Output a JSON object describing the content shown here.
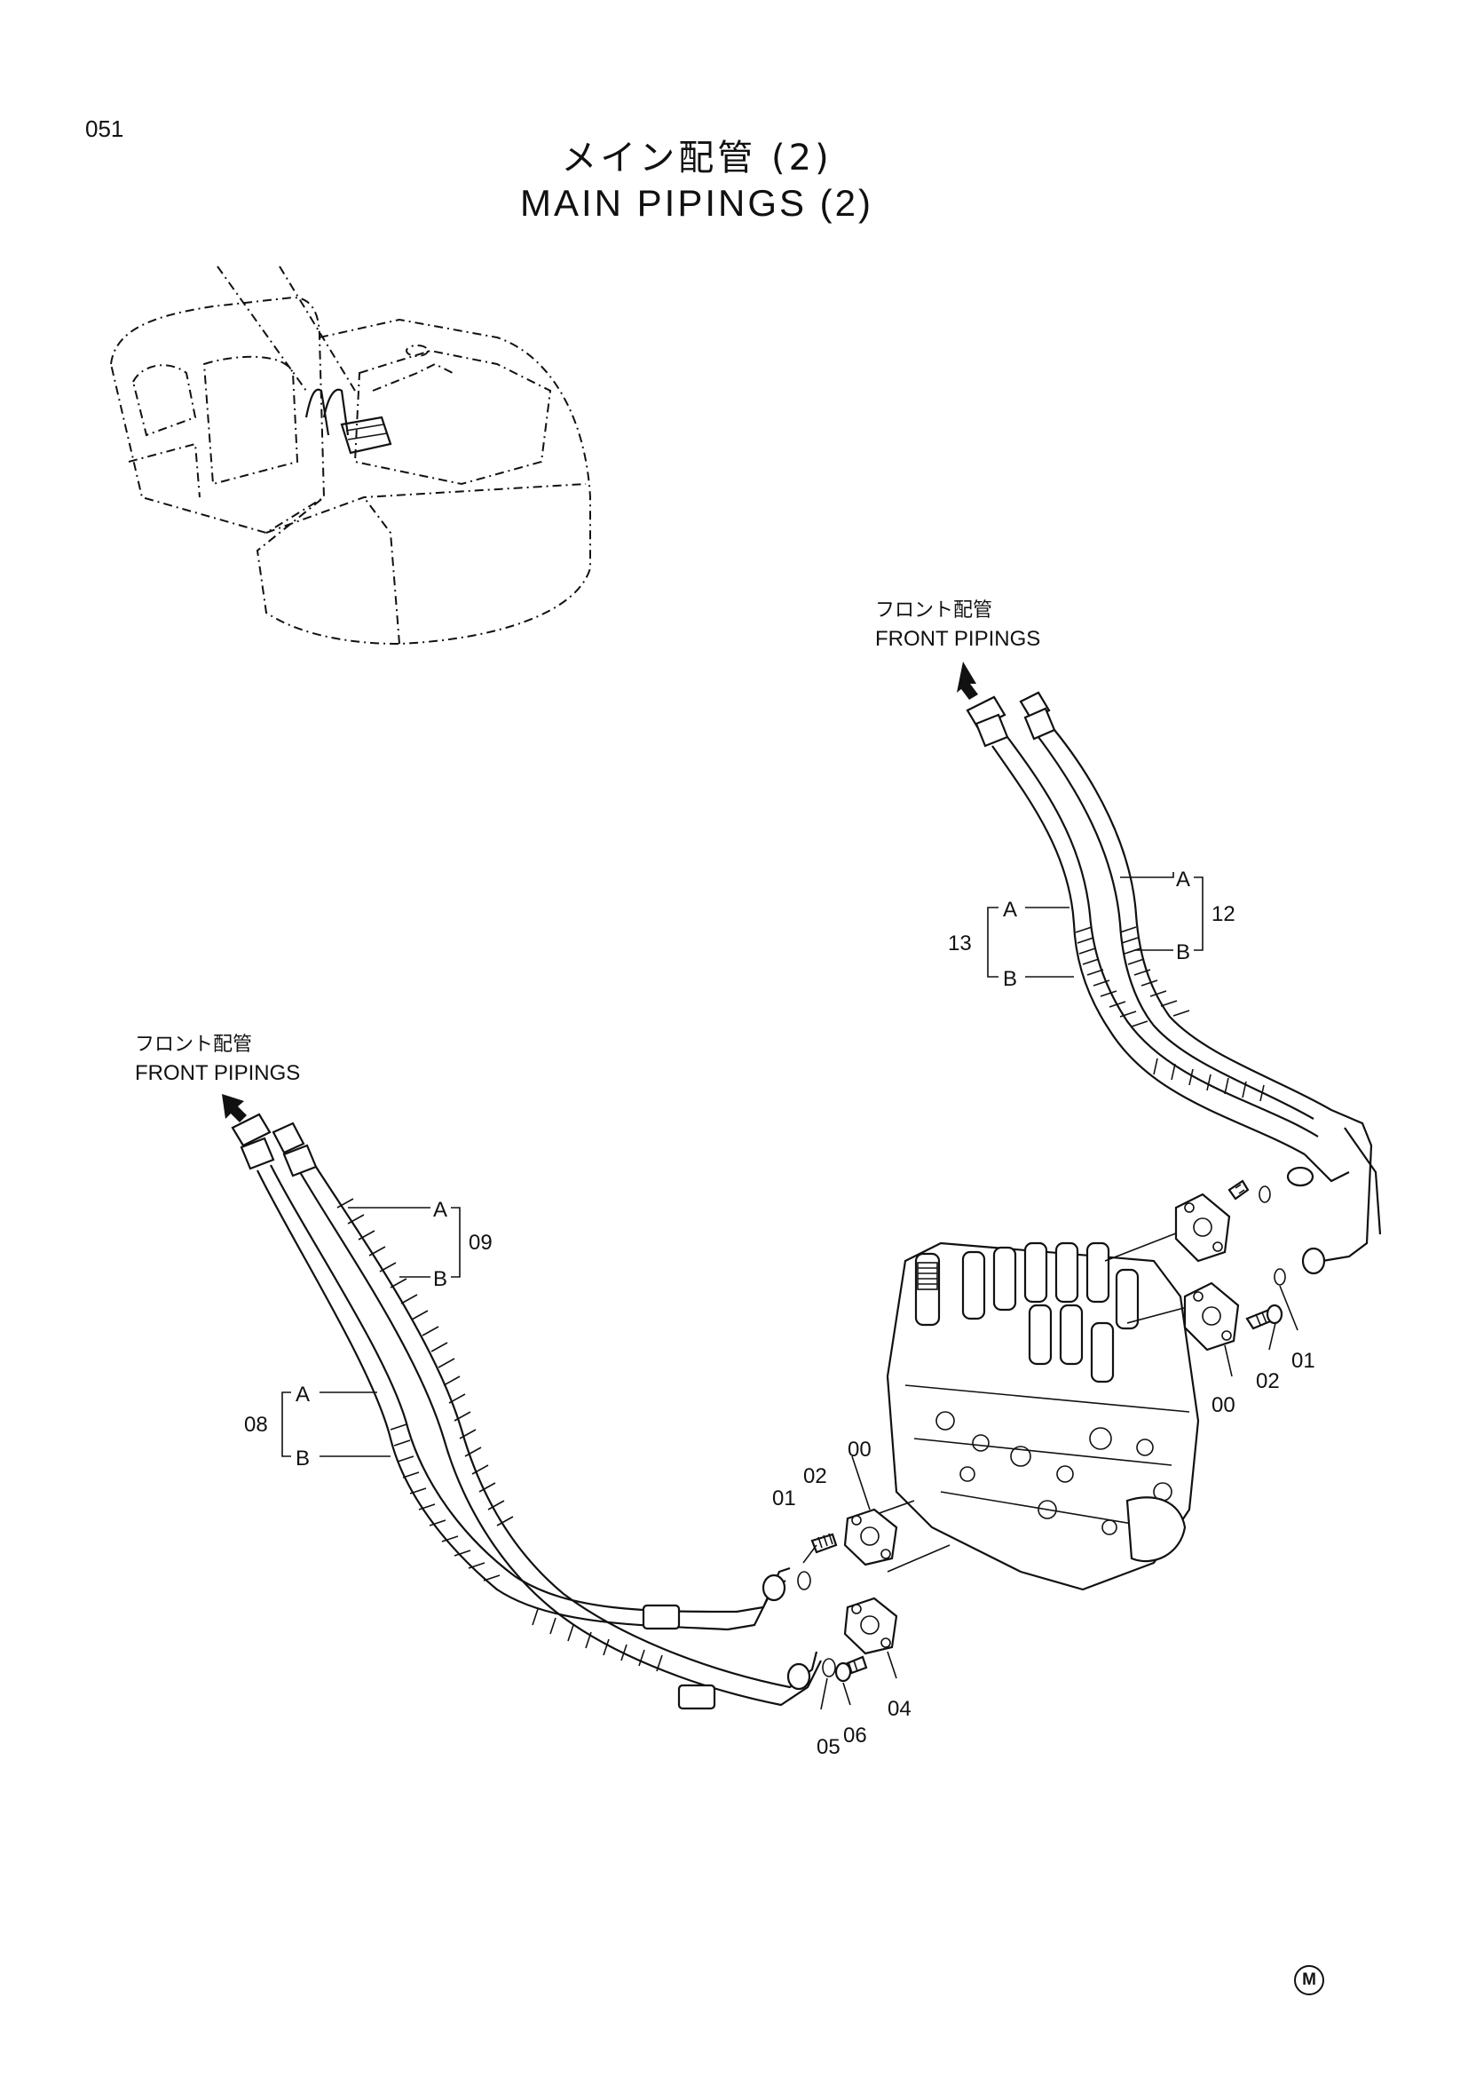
{
  "page": {
    "number": "051"
  },
  "title": {
    "jp": "メイン配管 (2)",
    "en": "MAIN PIPINGS (2)"
  },
  "callouts": {
    "front_jp": "フロント配管",
    "front_en": "FRONT PIPINGS"
  },
  "part_labels": {
    "p00": "00",
    "p01": "01",
    "p02": "02",
    "p04": "04",
    "p05": "05",
    "p06": "06",
    "p08": "08",
    "p09": "09",
    "p12": "12",
    "p13": "13",
    "a": "A",
    "b": "B"
  },
  "footer": {
    "mark": "M"
  }
}
